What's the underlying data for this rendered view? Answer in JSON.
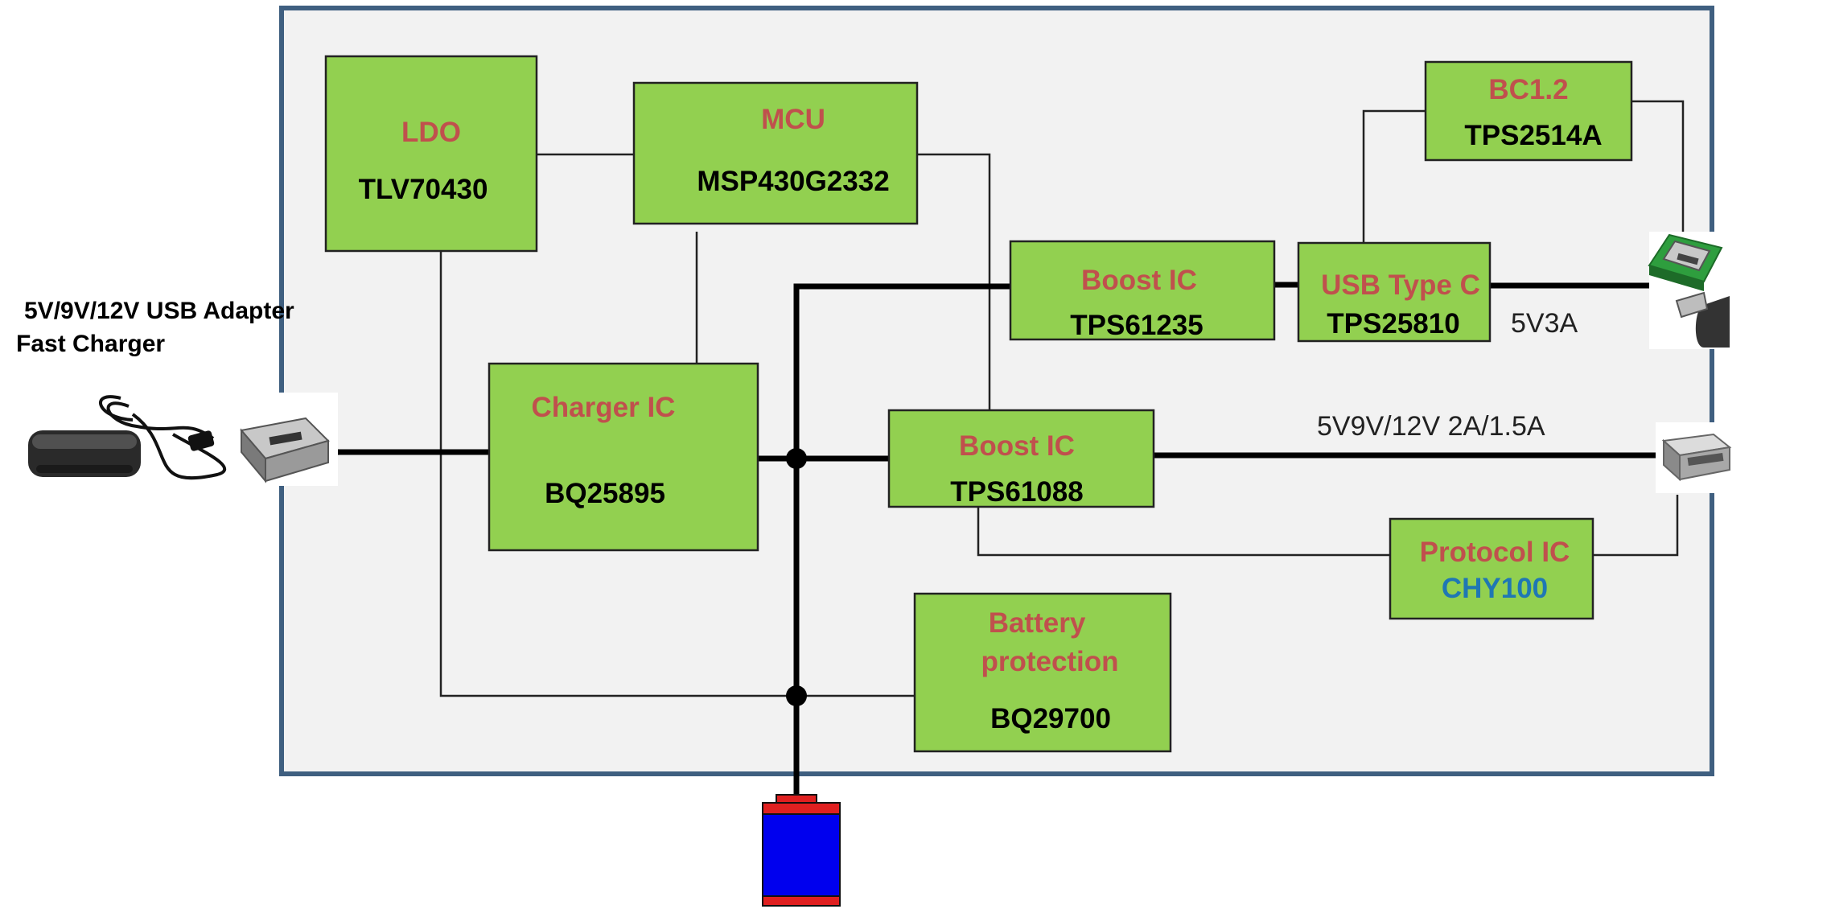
{
  "colors": {
    "board_fill": "#f2f2f2",
    "board_stroke": "#3f5f80",
    "block_fill": "#92d050",
    "title_text": "#c0504d",
    "part_text": "#000000",
    "protocol_part_text": "#1f77b4",
    "battery_body": "#0000ee",
    "battery_cap": "#e02020"
  },
  "adapter": {
    "label_line1": "5V/9V/12V USB Adapter",
    "label_line2": "Fast Charger",
    "image_icon": "wall-adapter-icon",
    "port_icon": "micro-usb-port-icon"
  },
  "blocks": {
    "ldo": {
      "title": "LDO",
      "part": "TLV70430"
    },
    "mcu": {
      "title": "MCU",
      "part": "MSP430G2332"
    },
    "charger": {
      "title": "Charger IC",
      "part": "BQ25895"
    },
    "boost1": {
      "title": "Boost IC",
      "part": "TPS61235"
    },
    "usbc": {
      "title": "USB Type C",
      "part": "TPS25810"
    },
    "bc12": {
      "title": "BC1.2",
      "part": "TPS2514A"
    },
    "boost2": {
      "title": "Boost IC",
      "part": "TPS61088"
    },
    "protocol": {
      "title": "Protocol IC",
      "part": "CHY100"
    },
    "batprot": {
      "title_line1": "Battery",
      "title_line2": "protection",
      "part": "BQ29700"
    }
  },
  "outputs": {
    "typec_label": "5V3A",
    "typea_label": "5V9V/12V 2A/1.5A",
    "typec_icon": "usb-type-c-connector-icon",
    "typea_icon": "usb-type-a-connector-icon"
  },
  "battery": {
    "icon": "battery-cell-icon"
  }
}
